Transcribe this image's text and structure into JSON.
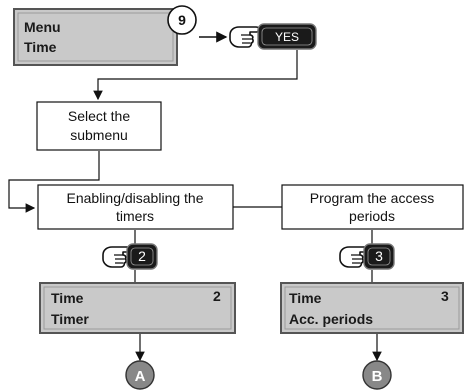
{
  "top_display": {
    "line1": "Menu",
    "line2": "Time"
  },
  "step_number": "9",
  "yes_key": "YES",
  "select_box": {
    "line1": "Select the",
    "line2": "submenu"
  },
  "left_branch": {
    "box_line1": "Enabling/disabling the",
    "box_line2": "timers",
    "key": "2",
    "display_line1": "Time",
    "display_number": "2",
    "display_line2": "Timer",
    "connector": "A"
  },
  "right_branch": {
    "box_line1": "Program the access",
    "box_line2": "periods",
    "key": "3",
    "display_line1": "Time",
    "display_number": "3",
    "display_line2": "Acc. periods",
    "connector": "B"
  },
  "colors": {
    "lcd_fill": "#c9c9c9",
    "lcd_border": "#555555",
    "key_fill": "#1a1a1a",
    "connector_fill": "#888888",
    "line": "#111111"
  }
}
